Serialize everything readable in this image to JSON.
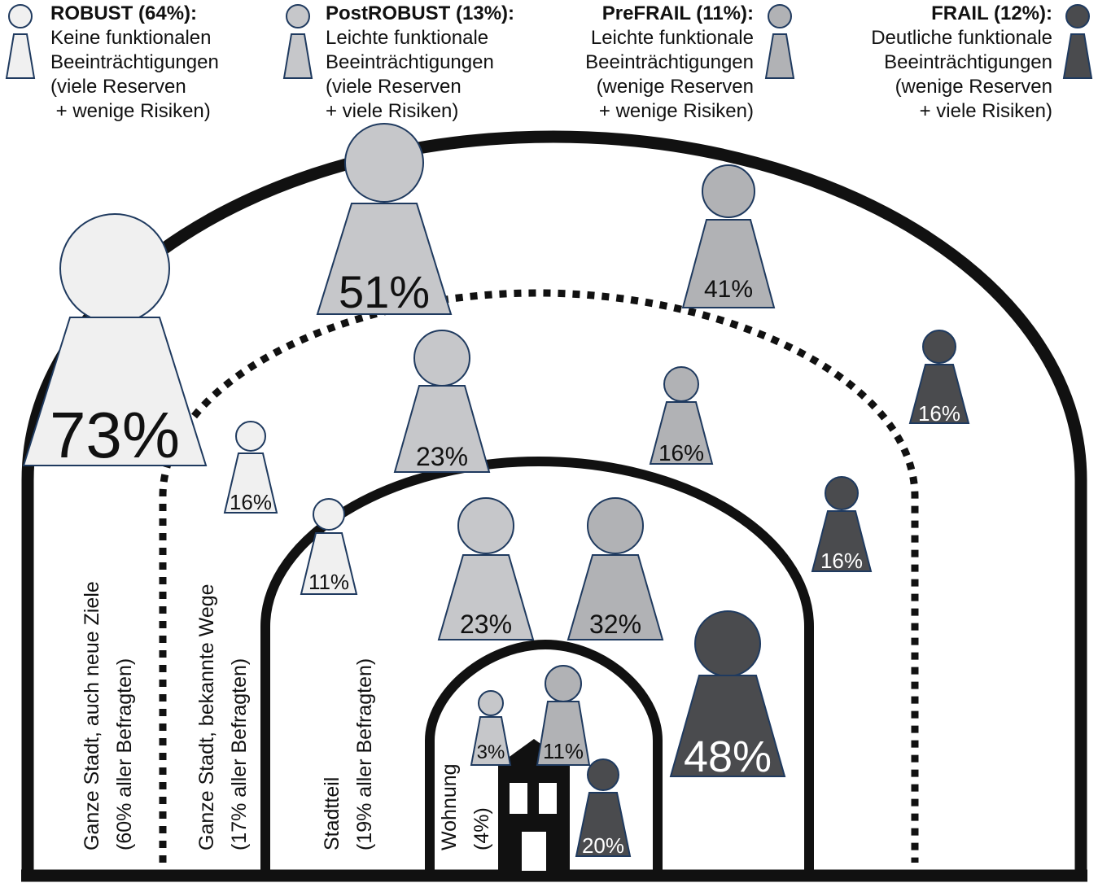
{
  "colors": {
    "robust": "#f0f0f0",
    "postrobust": "#c6c7ca",
    "prefrail": "#b1b2b5",
    "frail": "#4a4b4e",
    "outline": "#1f3a5f",
    "arc": "#111111"
  },
  "legend": [
    {
      "key": "robust",
      "title": "ROBUST (64%):",
      "lines": [
        "Keine funktionalen",
        "Beeinträchtigungen",
        "(viele Reserven",
        " + wenige Risiken)"
      ]
    },
    {
      "key": "postrobust",
      "title": "PostROBUST (13%):",
      "lines": [
        "Leichte funktionale",
        "Beeinträchtigungen",
        "(viele Reserven",
        "+ viele Risiken)"
      ]
    },
    {
      "key": "prefrail",
      "title": "PreFRAIL (11%):",
      "lines": [
        "Leichte funktionale",
        "Beeinträchtigungen",
        "(wenige Reserven",
        "+ wenige Risiken)"
      ]
    },
    {
      "key": "frail",
      "title": "FRAIL (12%):",
      "lines": [
        "Deutliche funktionale",
        "Beeinträchtigungen",
        "(wenige Reserven",
        "+ viele Risiken)"
      ]
    }
  ],
  "zones": [
    {
      "name": "Ganze Stadt, auch neue Ziele",
      "share": "(60% aller Befragten)"
    },
    {
      "name": "Ganze Stadt, bekannte Wege",
      "share": "(17% aller Befragten)"
    },
    {
      "name": "Stadtteil",
      "share": "(19% aller Befragten)"
    },
    {
      "name": "Wohnung",
      "share": "(4%)"
    }
  ],
  "figures": [
    {
      "zone": "Ganze Stadt, auch neue Ziele",
      "group": "robust",
      "label": "73%"
    },
    {
      "zone": "Ganze Stadt, auch neue Ziele",
      "group": "postrobust",
      "label": "51%"
    },
    {
      "zone": "Ganze Stadt, auch neue Ziele",
      "group": "prefrail",
      "label": "41%"
    },
    {
      "zone": "Ganze Stadt, auch neue Ziele",
      "group": "frail",
      "label": "16%"
    },
    {
      "zone": "Ganze Stadt, bekannte Wege",
      "group": "robust",
      "label": "16%"
    },
    {
      "zone": "Ganze Stadt, bekannte Wege",
      "group": "postrobust",
      "label": "23%"
    },
    {
      "zone": "Ganze Stadt, bekannte Wege",
      "group": "prefrail",
      "label": "16%"
    },
    {
      "zone": "Ganze Stadt, bekannte Wege",
      "group": "frail",
      "label": "16%"
    },
    {
      "zone": "Stadtteil",
      "group": "robust",
      "label": "11%"
    },
    {
      "zone": "Stadtteil",
      "group": "postrobust",
      "label": "23%"
    },
    {
      "zone": "Stadtteil",
      "group": "prefrail",
      "label": "32%"
    },
    {
      "zone": "Stadtteil",
      "group": "frail",
      "label": "48%"
    },
    {
      "zone": "Wohnung",
      "group": "postrobust",
      "label": "3%"
    },
    {
      "zone": "Wohnung",
      "group": "prefrail",
      "label": "11%"
    },
    {
      "zone": "Wohnung",
      "group": "frail",
      "label": "20%"
    }
  ]
}
